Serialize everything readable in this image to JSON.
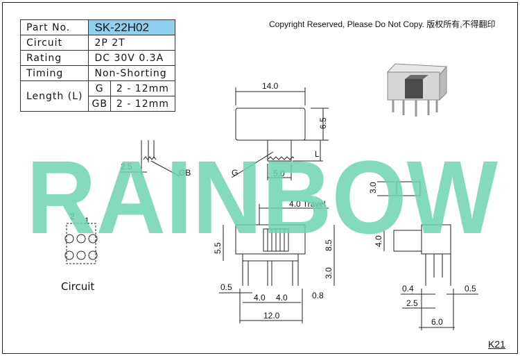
{
  "spec": {
    "part_label": "Part No.",
    "part_value": "SK-22H02",
    "circuit_label": "Circuit",
    "circuit_value": "2P 2T",
    "rating_label": "Rating",
    "rating_value": "DC 30V 0.3A",
    "timing_label": "Timing",
    "timing_value": "Non-Shorting",
    "length_label": "Length (L)",
    "length_rows": [
      {
        "code": "G",
        "value": "2 - 12mm"
      },
      {
        "code": "GB",
        "value": "2 - 12mm"
      }
    ]
  },
  "copyright": "Copyright Reserved, Please Do Not Copy. 版权所有,不得翻印",
  "watermark": "RAINBOW",
  "watermark_color": "#6fd3b3",
  "circuit_caption": "Circuit",
  "pin_labels": [
    "2",
    "1"
  ],
  "callouts": {
    "gb": "GB",
    "g": "G"
  },
  "dims": {
    "d14": "14.0",
    "d65": "6.5",
    "dL": "L",
    "d50": "5.0",
    "d25a": "2.5",
    "travel": "4.0  Travel",
    "d55": "5.5",
    "d85": "8.5",
    "d30a": "3.0",
    "d05a": "0.5",
    "d40a": "4.0",
    "d40b": "4.0",
    "d08": "0.8",
    "d120": "12.0",
    "d30b": "3.0",
    "d40c": "4.0",
    "d04": "0.4",
    "d05b": "0.5",
    "d25b": "2.5",
    "d60": "6.0"
  },
  "page_tag": "K21"
}
